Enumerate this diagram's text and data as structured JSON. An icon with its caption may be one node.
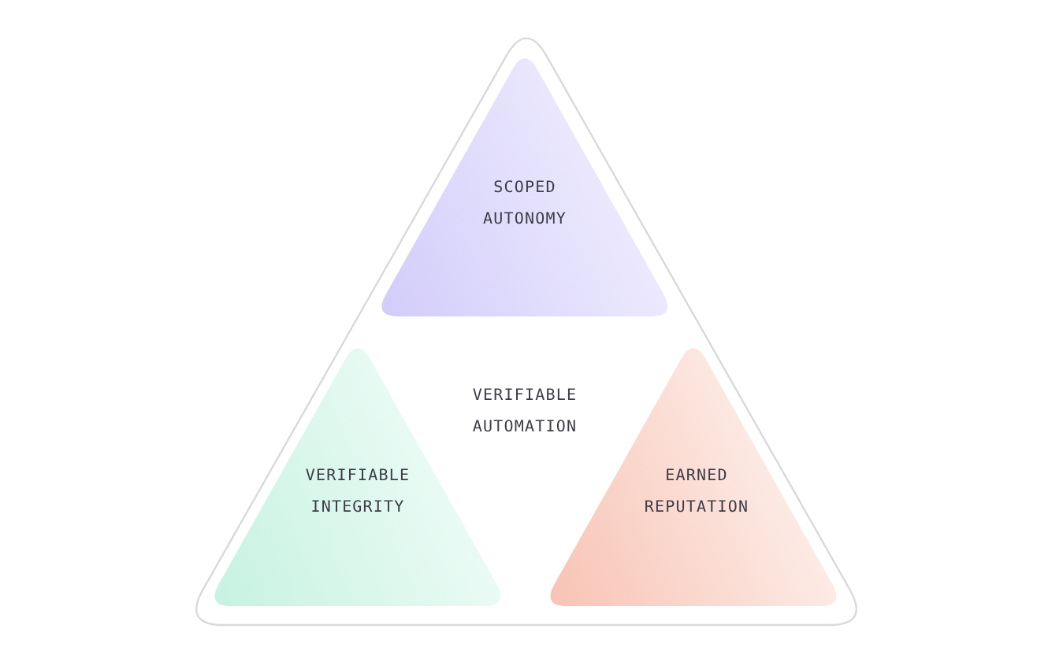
{
  "diagram": {
    "nodes": [
      {
        "text": [
          "VERIFIABLE AUTOMATION"
        ]
      },
      {
        "text": [
          "SCOPED AUTONOMY"
        ],
        "in": 0
      },
      {
        "text": [
          "VERIFIABLE INTEGRITY"
        ],
        "in": 0
      },
      {
        "text": [
          "EARNED REPUTATION"
        ],
        "in": 0
      }
    ]
  }
}
